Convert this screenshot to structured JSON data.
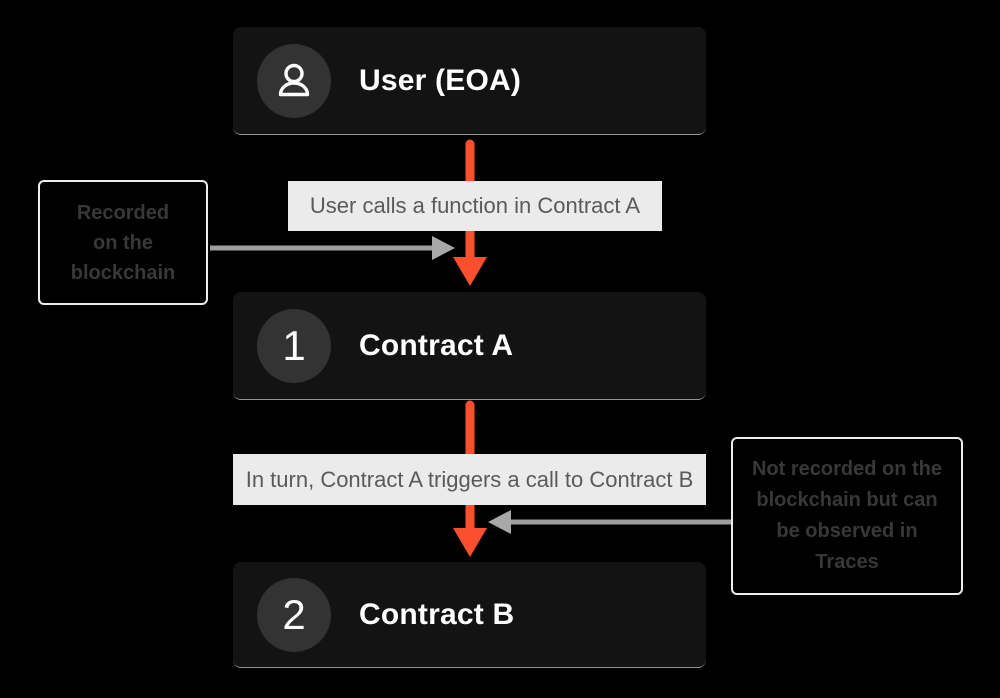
{
  "diagram": {
    "title": "Contract call flow (User EOA to Contract A to Contract B)",
    "colors": {
      "background": "#000000",
      "node_bg": "#131313",
      "badge_bg": "#333333",
      "node_text": "#ffffff",
      "accent_orange": "#fb4f2d",
      "gray_arrow": "#9e9e9e",
      "flow_label_bg": "#ebebeb",
      "flow_label_text": "#5a5a5a",
      "annotation_border": "#ededed",
      "annotation_text": "#383838"
    },
    "nodes": [
      {
        "id": "user",
        "icon": "person-icon",
        "title": "User (EOA)"
      },
      {
        "id": "contract-a",
        "badge": "1",
        "title": "Contract A"
      },
      {
        "id": "contract-b",
        "badge": "2",
        "title": "Contract B"
      }
    ],
    "flow_labels": [
      {
        "text": "User calls a function in Contract A"
      },
      {
        "text": "In turn, Contract A triggers a call to Contract B"
      }
    ],
    "annotations": [
      {
        "side": "left",
        "text": "Recorded\non the\nblockchain"
      },
      {
        "side": "right",
        "text": "Not recorded on the\nblockchain but can\nbe observed in\nTraces"
      }
    ]
  }
}
